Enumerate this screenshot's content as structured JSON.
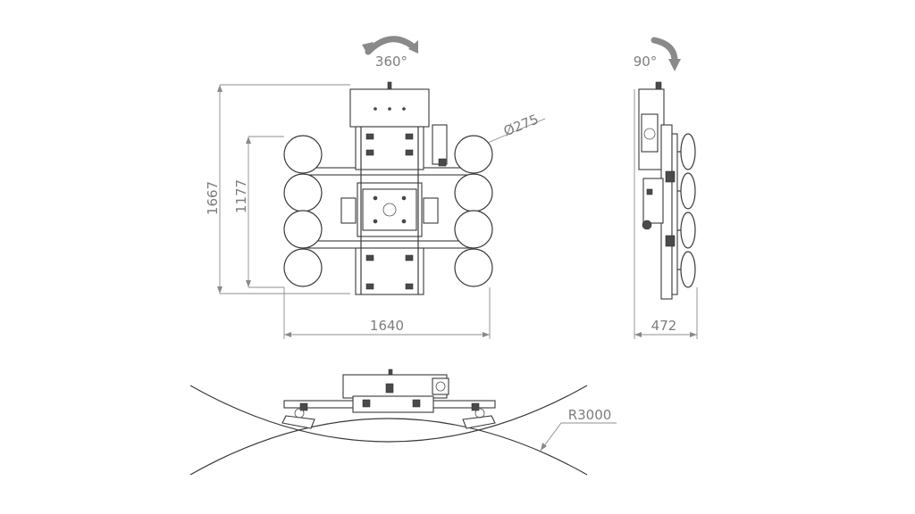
{
  "annotations": {
    "rotation_top": "360°",
    "rotation_side": "90°",
    "dim_overall_height": "1667",
    "dim_cup_height": "1177",
    "dim_width": "1640",
    "dim_side_depth": "472",
    "dim_cup_diameter": "Ø275",
    "dim_radius": "R3000"
  },
  "colors": {
    "line": "#3a3a3a",
    "dimension": "#8c8c8c",
    "label": "#7d7d7d",
    "background": "#ffffff"
  }
}
